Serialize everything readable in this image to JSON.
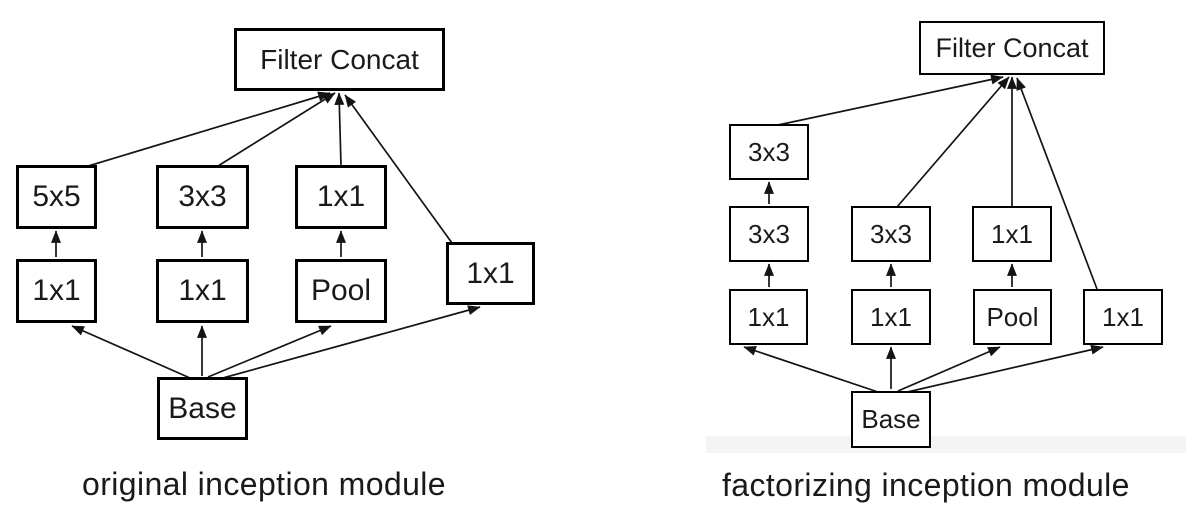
{
  "left_panel": {
    "caption": "original inception module",
    "nodes": {
      "filter_concat": "Filter Concat",
      "conv_5x5": "5x5",
      "conv_3x3": "3x3",
      "conv_1x1_top": "1x1",
      "branch_1x1": "1x1",
      "reduce_1x1_a": "1x1",
      "reduce_1x1_b": "1x1",
      "pool": "Pool",
      "base": "Base"
    }
  },
  "right_panel": {
    "caption": "factorizing inception module",
    "nodes": {
      "filter_concat": "Filter Concat",
      "conv_3x3_top": "3x3",
      "conv_3x3_mid": "3x3",
      "conv_3x3": "3x3",
      "conv_1x1_top": "1x1",
      "branch_1x1": "1x1",
      "reduce_1x1_a": "1x1",
      "reduce_1x1_b": "1x1",
      "pool": "Pool",
      "base": "Base"
    }
  },
  "colors": {
    "background": "#ffffff",
    "box_border": "#000000",
    "edge": "#141414",
    "text": "#1a1a1a",
    "band": "#f4f4f4"
  }
}
